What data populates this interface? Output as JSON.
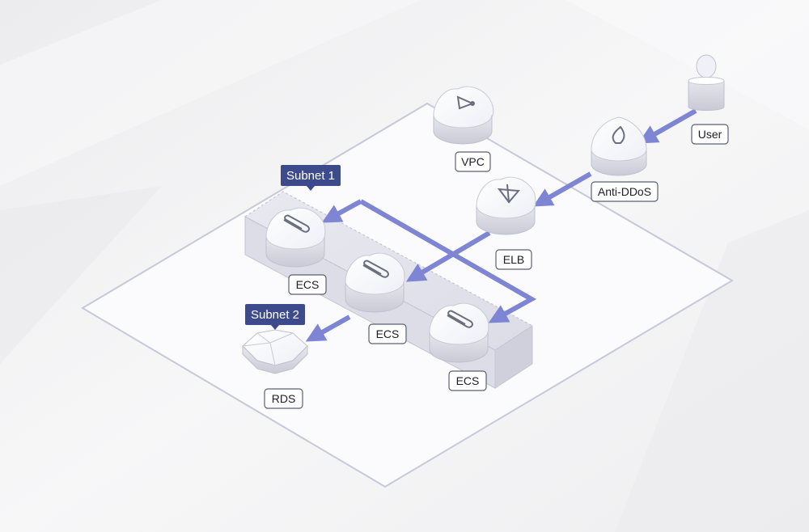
{
  "labels": {
    "user": "User",
    "anti_ddos": "Anti-DDoS",
    "vpc": "VPC",
    "elb": "ELB",
    "ecs_1": "ECS",
    "ecs_2": "ECS",
    "ecs_3": "ECS",
    "rds": "RDS"
  },
  "tags": {
    "subnet_1": "Subnet 1",
    "subnet_2": "Subnet 2"
  },
  "colors": {
    "arrow": "#7e86d3",
    "tag_bg": "#3d4b8c",
    "platform_edge": "#c7c8d8",
    "label_border": "#5c6170"
  }
}
